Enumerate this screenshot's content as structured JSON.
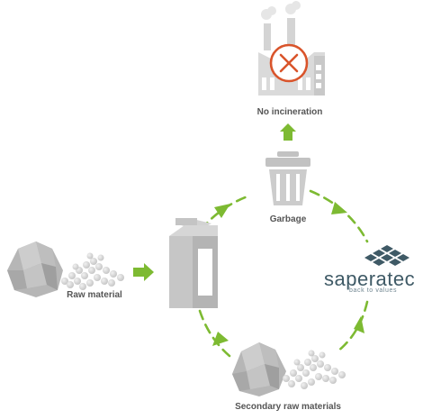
{
  "labels": {
    "no_incineration": "No incineration",
    "garbage": "Garbage",
    "raw_material": "Raw material",
    "secondary_raw_materials": "Secondary raw materials"
  },
  "brand": {
    "name": "saperatec",
    "tagline": "back to values"
  },
  "colors": {
    "arrow": "#7dba32",
    "icon_gray": "#c9c9c9",
    "icon_dark": "#a7a7a7",
    "cross": "#d9542b",
    "brand": "#3f5a66"
  },
  "icons": [
    "factory-icon",
    "no-cross-icon",
    "trash-can-icon",
    "milk-carton-icon",
    "rock-pile-icon",
    "saperatec-logo-icon"
  ]
}
